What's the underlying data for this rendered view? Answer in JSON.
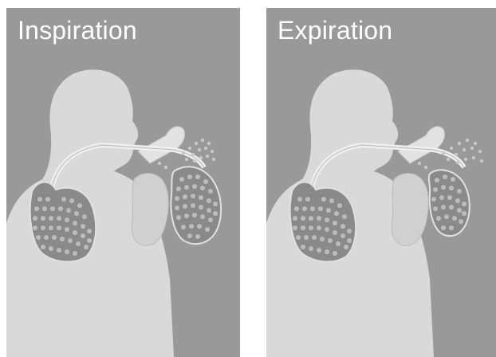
{
  "panels": [
    {
      "title": "Inspiration",
      "phase": "inspiration"
    },
    {
      "title": "Expiration",
      "phase": "expiration"
    }
  ],
  "colors": {
    "background": "#999999",
    "silhouette": "#d9d9d9",
    "lung_fill": "#8a8a8a",
    "alveoli": "#bdbdbd",
    "title": "#ffffff"
  }
}
